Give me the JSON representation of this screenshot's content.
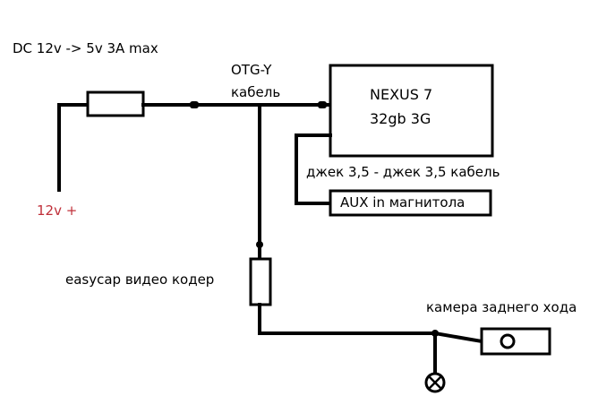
{
  "labels": {
    "power_spec": "DC 12v -> 5v 3A max",
    "supply_plus": "12v +",
    "otg_line1": "OTG-Y",
    "otg_line2": "кабель",
    "tablet_line1": "NEXUS 7",
    "tablet_line2": "32gb 3G",
    "audio_cable": "джек 3,5 - джек 3,5 кабель",
    "aux": "AUX in магнитола",
    "video_encoder": "easycap видео кодер",
    "camera": "камера заднего хода"
  },
  "colors": {
    "line": "#000000",
    "supply_label": "#c0303a"
  }
}
